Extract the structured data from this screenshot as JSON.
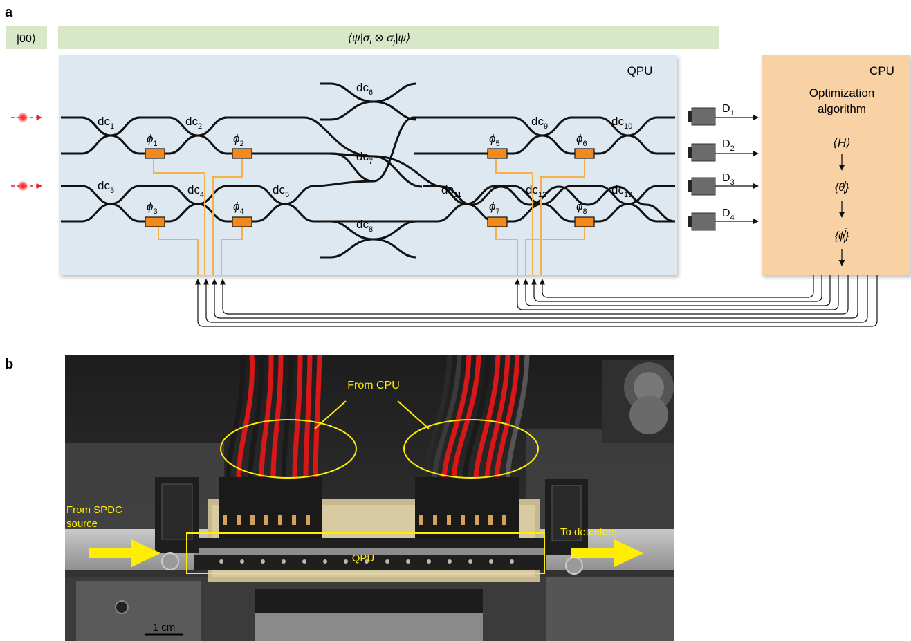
{
  "panel_a": {
    "label": "a",
    "initial_state": "|00⟩",
    "expectation": {
      "open": "⟨ψ|σ",
      "sub_i": "i",
      "tensor": " ⊗ σ",
      "sub_j": "j",
      "close": "|ψ⟩"
    },
    "qpu_label": "QPU",
    "couplers": [
      {
        "base": "dc",
        "sub": "1"
      },
      {
        "base": "dc",
        "sub": "2"
      },
      {
        "base": "dc",
        "sub": "3"
      },
      {
        "base": "dc",
        "sub": "4"
      },
      {
        "base": "dc",
        "sub": "5"
      },
      {
        "base": "dc",
        "sub": "6"
      },
      {
        "base": "dc",
        "sub": "7"
      },
      {
        "base": "dc",
        "sub": "8"
      },
      {
        "base": "dc",
        "sub": "9"
      },
      {
        "base": "dc",
        "sub": "10"
      },
      {
        "base": "dc",
        "sub": "11"
      },
      {
        "base": "dc",
        "sub": "12"
      },
      {
        "base": "dc",
        "sub": "13"
      }
    ],
    "phases": [
      {
        "base": "ϕ",
        "sub": "1"
      },
      {
        "base": "ϕ",
        "sub": "2"
      },
      {
        "base": "ϕ",
        "sub": "3"
      },
      {
        "base": "ϕ",
        "sub": "4"
      },
      {
        "base": "ϕ",
        "sub": "5"
      },
      {
        "base": "ϕ",
        "sub": "6"
      },
      {
        "base": "ϕ",
        "sub": "7"
      },
      {
        "base": "ϕ",
        "sub": "8"
      }
    ],
    "detectors": [
      {
        "base": "D",
        "sub": "1"
      },
      {
        "base": "D",
        "sub": "2"
      },
      {
        "base": "D",
        "sub": "3"
      },
      {
        "base": "D",
        "sub": "4"
      }
    ],
    "cpu": {
      "label": "CPU",
      "algorithm_line1": "Optimization",
      "algorithm_line2": "algorithm",
      "hamiltonian": "⟨H⟩",
      "theta": {
        "open": "{θ",
        "sup": "j",
        "sub": "i",
        "close": "}"
      },
      "phi": {
        "open": "{ϕ",
        "sup": "j",
        "sub": "i",
        "close": "}"
      }
    },
    "colors": {
      "qpu_bg": "#dde8f1",
      "cpu_bg": "#f8d2a4",
      "state_bar": "#d8e7c8",
      "heater": "#f08a1c",
      "heater_line": "#f5b04a",
      "photon": "#e8202a",
      "waveguide": "#111111"
    }
  },
  "panel_b": {
    "label": "b",
    "from_cpu": "From CPU",
    "from_source_line1": "From SPDC",
    "from_source_line2": "source",
    "to_detectors": "To detectors",
    "chip_label": "QPU",
    "scale_bar": "1 cm",
    "colors": {
      "annotation": "#ffee00",
      "wire_red": "#d81818",
      "wire_black": "#1a1a1a"
    }
  }
}
